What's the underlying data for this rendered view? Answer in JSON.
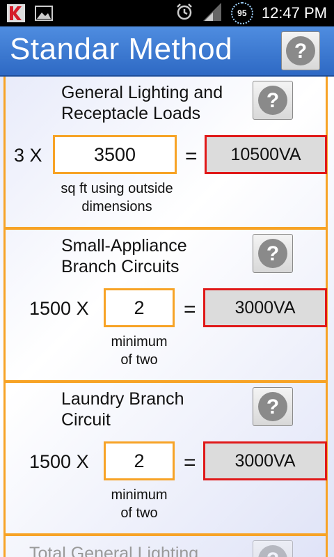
{
  "status_bar": {
    "time": "12:47 PM",
    "battery": "95",
    "icons": [
      "kaspersky-icon",
      "gallery-icon",
      "alarm-icon",
      "signal-icon"
    ]
  },
  "header": {
    "title": "Standar Method"
  },
  "sections": [
    {
      "title_line1": "General Lighting and",
      "title_line2": "Receptacle Loads",
      "multiplier": "3 X",
      "input_value": "3500",
      "equals": "=",
      "result": "10500VA",
      "caption_line1": "sq ft using outside",
      "caption_line2": "dimensions"
    },
    {
      "title_line1": "Small-Appliance",
      "title_line2": "Branch Circuits",
      "multiplier": "1500 X",
      "input_value": "2",
      "equals": "=",
      "result": "3000VA",
      "caption_line1": "minimum",
      "caption_line2": "of two"
    },
    {
      "title_line1": "Laundry Branch",
      "title_line2": "Circuit",
      "multiplier": "1500 X",
      "input_value": "2",
      "equals": "=",
      "result": "3000VA",
      "caption_line1": "minimum",
      "caption_line2": "of two"
    },
    {
      "title_line1": "Total General Lighting"
    }
  ],
  "colors": {
    "accent_orange": "#f7a326",
    "result_red": "#e01919",
    "header_blue": "#3a78d2"
  }
}
